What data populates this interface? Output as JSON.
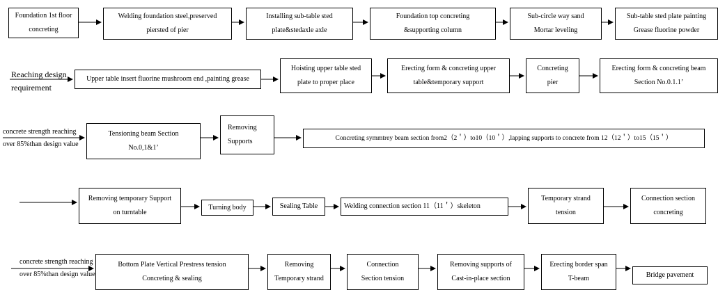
{
  "rows": [
    {
      "boxes": [
        {
          "text": "Foundation 1st floor\nconcreting"
        },
        {
          "text": "Welding foundation steel,preserved\npiersted of pier"
        },
        {
          "text": "Installing sub-table sted\nplate&stedaxle axle"
        },
        {
          "text": "Foundation top concreting\n&supporting column"
        },
        {
          "text": "Sub-circle way sand\nMortar leveling"
        },
        {
          "text": "Sub-table sted plate painting\nGrease fluorine powder"
        }
      ]
    },
    {
      "lead_label": "Reaching design\nrequirement",
      "boxes": [
        {
          "text": "Upper table insert fluorine mushroom end ,painting grease"
        },
        {
          "text": "Hoisting upper table sted\nplate to proper place"
        },
        {
          "text": "Erecting form & concreting upper\ntable&temporary support"
        },
        {
          "text": "Concreting\npier"
        },
        {
          "text": "Erecting form & concreting beam\nSection No.0.1.1’"
        }
      ]
    },
    {
      "lead_label": "concrete strength reaching\nover 85%than design value",
      "boxes": [
        {
          "text": "Tensioning beam Section\nNo.0,1&1’"
        },
        {
          "text": "Removing\nSupports"
        },
        {
          "text": "Concreting symmtrey beam section from2（2＇）to10（10＇）,lapping supports to concrete from 12（12＇）to15（15＇）"
        }
      ]
    },
    {
      "boxes": [
        {
          "text": "Removing temporary Support\non turntable"
        },
        {
          "text": "Turning body"
        },
        {
          "text": "Sealing Table"
        },
        {
          "text": "Welding connection section 11（11＇）skeleton"
        },
        {
          "text": "Temporary strand\ntension"
        },
        {
          "text": "Connection section\nconcreting"
        }
      ]
    },
    {
      "lead_label": "concrete strength reaching\nover 85%than design value",
      "boxes": [
        {
          "text": "Bottom Plate Vertical Prestress tension\nConcreting & sealing"
        },
        {
          "text": "Removing\nTemporary strand"
        },
        {
          "text": "Connection\nSection tension"
        },
        {
          "text": "Removing supports of\nCast-in-place section"
        },
        {
          "text": "Erecting border span\nT-beam"
        },
        {
          "text": "Bridge pavement"
        }
      ]
    }
  ]
}
